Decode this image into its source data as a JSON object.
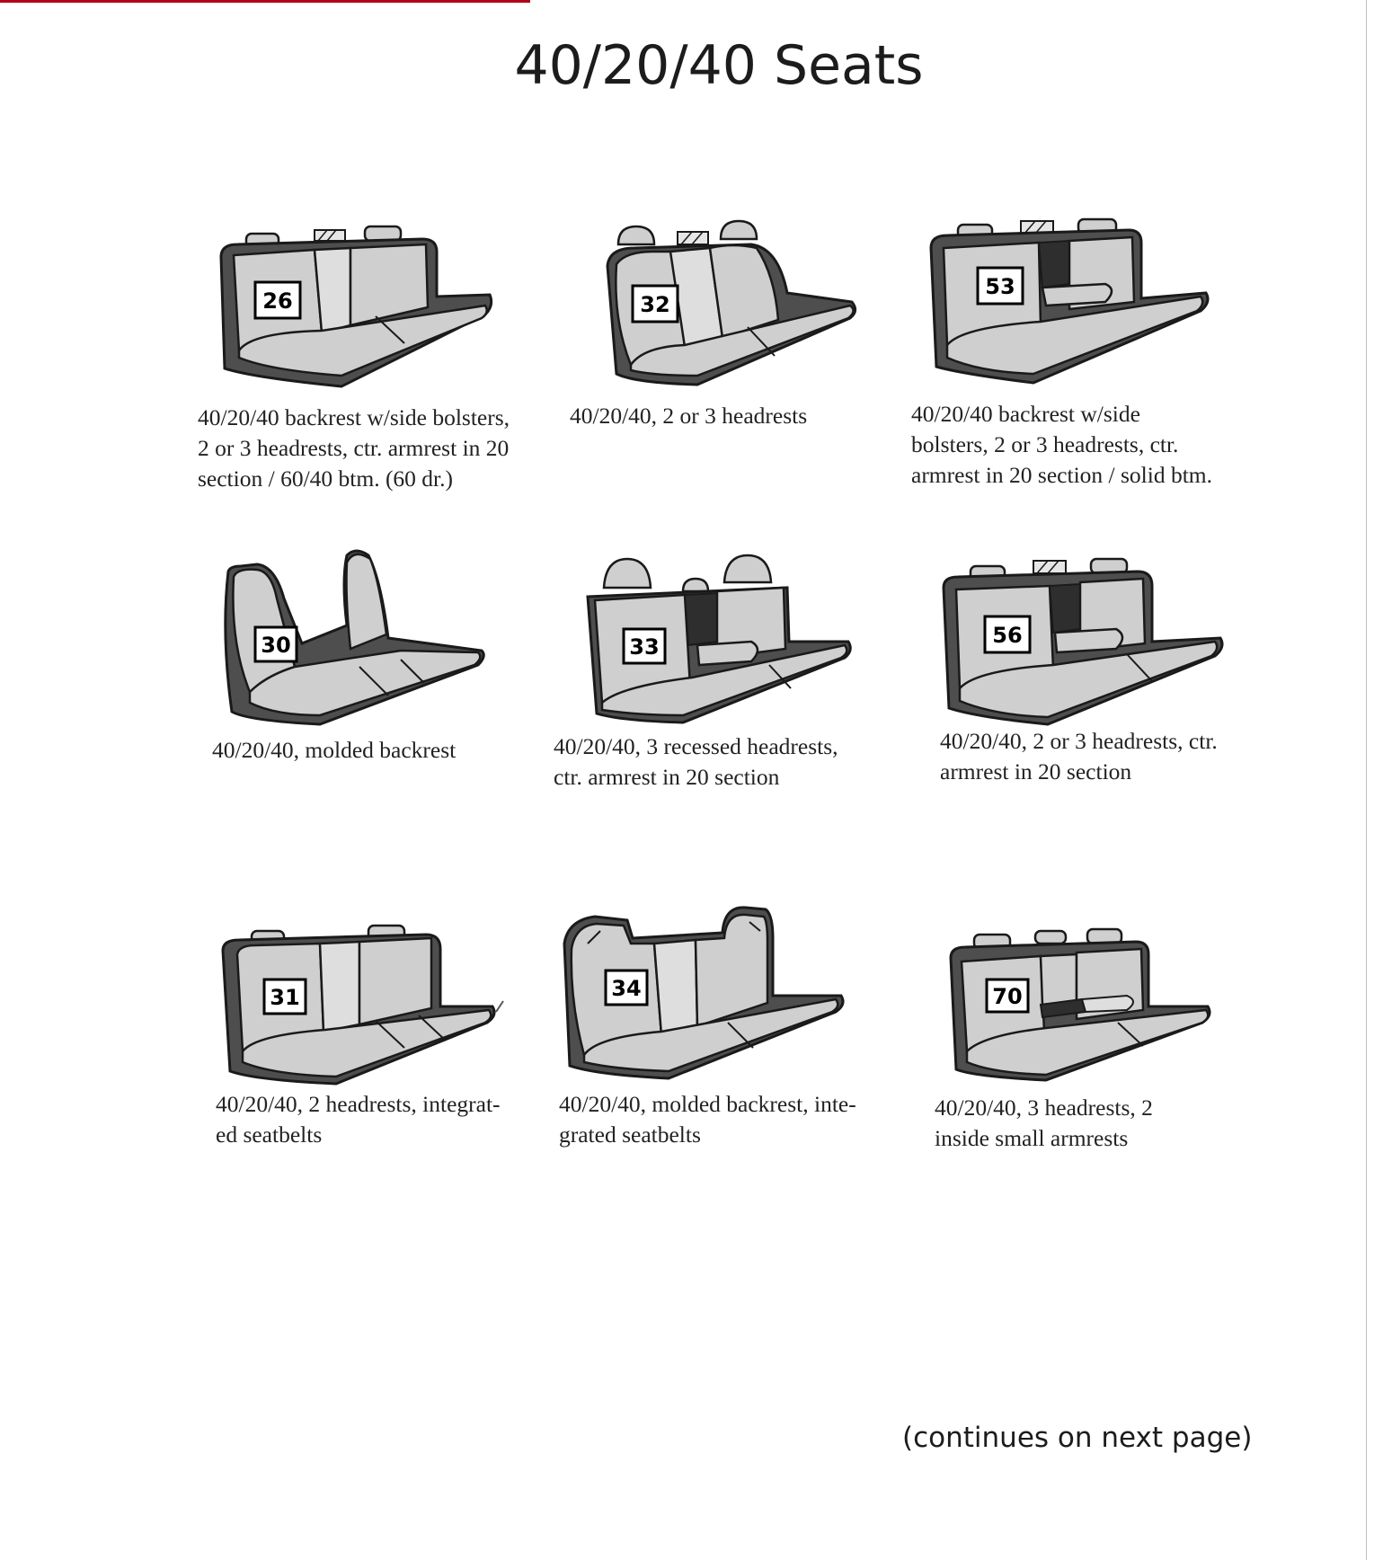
{
  "page": {
    "title": "40/20/40 Seats",
    "footer_note": "(continues on next page)"
  },
  "colors": {
    "outline": "#1a1a1a",
    "shadow": "#4e4e4e",
    "fabric": "#cfcfcf",
    "fabric_light": "#dedede",
    "accent": "#b3001b"
  },
  "seats": [
    {
      "code": "26",
      "caption": "40/20/40 backrest w/side bolsters,\n2 or 3 headrests,  ctr. armrest in 20\nsection / 60/40 btm. (60 dr.)"
    },
    {
      "code": "32",
      "caption": "40/20/40, 2 or 3 headrests"
    },
    {
      "code": "53",
      "caption": "40/20/40 backrest w/side\nbolsters, 2 or 3 headrests, ctr.\narmrest in 20 section / solid btm."
    },
    {
      "code": "30",
      "caption": "40/20/40, molded backrest"
    },
    {
      "code": "33",
      "caption": "40/20/40, 3 recessed headrests,\nctr. armrest in 20 section"
    },
    {
      "code": "56",
      "caption": "40/20/40, 2 or 3 headrests, ctr.\narmrest in 20 section"
    },
    {
      "code": "31",
      "caption": "40/20/40, 2 headrests, integrat-\ned seatbelts"
    },
    {
      "code": "34",
      "caption": "40/20/40, molded backrest, inte-\ngrated seatbelts"
    },
    {
      "code": "70",
      "caption": "40/20/40, 3 headrests, 2\ninside small armrests"
    }
  ]
}
